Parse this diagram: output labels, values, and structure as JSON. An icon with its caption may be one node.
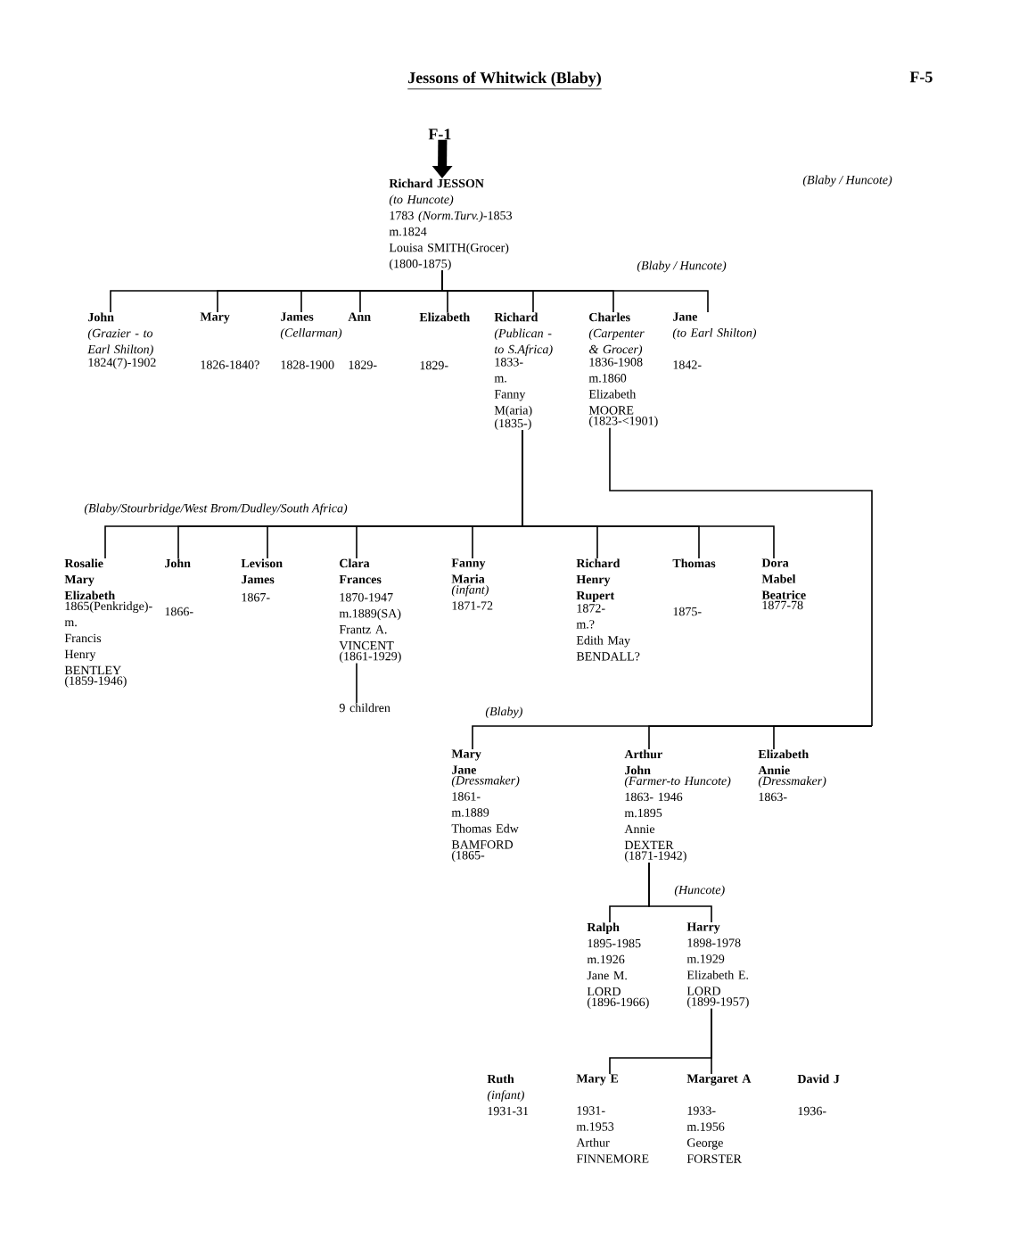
{
  "diagram": {
    "title": "Jessons of Whitwick (Blaby)",
    "nodes": [
      {
        "text": [
          "F-1"
        ]
      },
      {
        "text": [
          "Richard JESSON",
          "(to Huncote)",
          "1783 *(Norm.Turv.)*-1853",
          "m.1824",
          "Louisa SMITH(Grocer)",
          "(1800-1875)"
        ]
      },
      {
        "text": [
          "John",
          "(Grazier - to Earl Shilton)",
          "1824(7)-1902"
        ]
      },
      {
        "text": [
          "Mary",
          "1826-1840?"
        ]
      },
      {
        "text": [
          "James",
          "(Cellarman)",
          "1828-1900"
        ]
      },
      {
        "text": [
          "Ann",
          "1829-"
        ]
      },
      {
        "text": [
          "Elizabeth",
          "1829-"
        ]
      },
      {
        "text": [
          "Richard",
          "(Publican - to S.Africa)",
          "1833-",
          "m.",
          "Fanny M(aria)",
          "(1835-)"
        ]
      },
      {
        "text": [
          "Charles",
          "(Carpenter & Grocer)",
          "1836-1908",
          "m.1860",
          "Elizabeth MOORE",
          "(1823-<1901)"
        ]
      },
      {
        "text": [
          "Jane",
          "(to Earl Shilton)",
          "1842-"
        ]
      },
      {
        "text": [
          "Rosalie Mary Elizabeth",
          "1865(Penkridge)-",
          "m.",
          "Francis Henry BENTLEY",
          "(1859-1946)"
        ]
      },
      {
        "text": [
          "John",
          "1866-"
        ]
      },
      {
        "text": [
          "Levison James",
          "1867-"
        ]
      },
      {
        "text": [
          "Clara Frances",
          "1870-1947",
          "m.1889(SA)",
          "Frantz A. VINCENT",
          "(1861-1929)"
        ]
      },
      {
        "text": [
          "9 children"
        ]
      },
      {
        "text": [
          "Fanny Maria",
          "(infant)",
          "1871-72"
        ]
      },
      {
        "text": [
          "Richard Henry Rupert",
          "1872-",
          "m.?",
          "Edith May BENDALL?"
        ]
      },
      {
        "text": [
          "Thomas",
          "1875-"
        ]
      },
      {
        "text": [
          "Dora Mabel Beatrice",
          "1877-78"
        ]
      },
      {
        "text": [
          "Mary Jane",
          "(Dressmaker)",
          "1861-",
          "m.1889",
          "Thomas Edw BAMFORD",
          "(1865-"
        ]
      },
      {
        "text": [
          "Arthur John",
          "(Farmer-to Huncote)",
          "1863- 1946",
          "m.1895",
          "Annie DEXTER",
          "(1871-1942)"
        ]
      },
      {
        "text": [
          "Elizabeth Annie",
          "(Dressmaker)",
          "1863-"
        ]
      },
      {
        "text": [
          "Ralph",
          "1895-1985",
          "m.1926",
          "Jane M. LORD",
          "(1896-1966)"
        ]
      },
      {
        "text": [
          "Harry",
          "1898-1978",
          "m.1929",
          "Elizabeth E. LORD",
          "(1899-1957)"
        ]
      },
      {
        "text": [
          "Ruth",
          "(infant)",
          "1931-31"
        ]
      },
      {
        "text": [
          "Mary E",
          "1931-",
          "m.1953",
          "Arthur FINNEMORE"
        ]
      },
      {
        "text": [
          "Margaret A",
          "1933-",
          "m.1956",
          "George FORSTER"
        ]
      },
      {
        "text": [
          "David J",
          "1936-"
        ]
      }
    ],
    "edges": [
      {
        "from": 0,
        "to": 1,
        "arrow": "to",
        "style": "thick"
      },
      {
        "from": 1,
        "to": 2,
        "arrow": "none"
      },
      {
        "from": 1,
        "to": 3,
        "arrow": "none"
      },
      {
        "from": 1,
        "to": 4,
        "arrow": "none"
      },
      {
        "from": 1,
        "to": 5,
        "arrow": "none"
      },
      {
        "from": 1,
        "to": 6,
        "arrow": "none"
      },
      {
        "from": 1,
        "to": 7,
        "arrow": "none"
      },
      {
        "from": 1,
        "to": 8,
        "arrow": "none"
      },
      {
        "from": 1,
        "to": 9,
        "arrow": "none"
      },
      {
        "from": 7,
        "to": 10,
        "arrow": "none"
      },
      {
        "from": 7,
        "to": 11,
        "arrow": "none"
      },
      {
        "from": 7,
        "to": 12,
        "arrow": "none"
      },
      {
        "from": 7,
        "to": 13,
        "arrow": "none"
      },
      {
        "from": 7,
        "to": 15,
        "arrow": "none"
      },
      {
        "from": 7,
        "to": 16,
        "arrow": "none"
      },
      {
        "from": 7,
        "to": 17,
        "arrow": "none"
      },
      {
        "from": 7,
        "to": 18,
        "arrow": "none"
      },
      {
        "from": 13,
        "to": 14,
        "arrow": "none"
      },
      {
        "from": 8,
        "to": 19,
        "arrow": "none"
      },
      {
        "from": 8,
        "to": 20,
        "arrow": "none"
      },
      {
        "from": 8,
        "to": 21,
        "arrow": "none"
      },
      {
        "from": 20,
        "to": 22,
        "arrow": "none"
      },
      {
        "from": 20,
        "to": 23,
        "arrow": "none"
      },
      {
        "from": 23,
        "to": 25,
        "arrow": "none"
      },
      {
        "from": 23,
        "to": 26,
        "arrow": "none"
      }
    ],
    "labels": [
      "F-5",
      "(Blaby / Huncote)",
      "(Blaby / Huncote)",
      "(Blaby/Stourbridge/West Brom/Dudley/South Africa)",
      "(Blaby)",
      "(Huncote)"
    ]
  }
}
